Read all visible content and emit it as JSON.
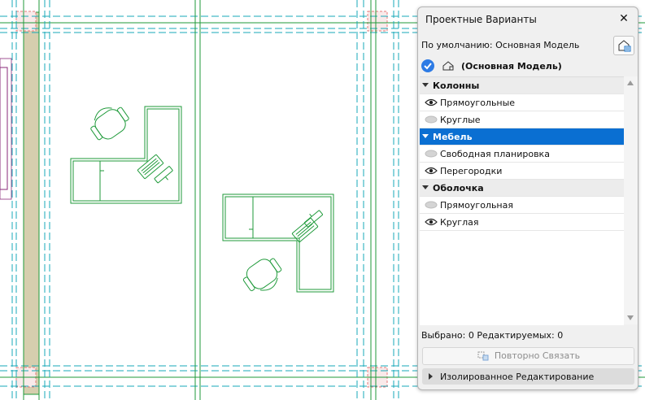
{
  "panel": {
    "title": "Проектные Варианты",
    "default_label": "По умолчанию: Основная Модель",
    "main_model": "(Основная Модель)",
    "status": "Выбрано: 0 Редактируемых: 0",
    "relink_label": "Повторно Связать",
    "isolated_label": "Изолированное Редактирование"
  },
  "groups": [
    {
      "label": "Колонны",
      "selected": false,
      "items": [
        {
          "label": "Прямоугольные",
          "visible": true
        },
        {
          "label": "Круглые",
          "visible": false
        }
      ]
    },
    {
      "label": "Мебель",
      "selected": true,
      "items": [
        {
          "label": "Свободная планировка",
          "visible": false
        },
        {
          "label": "Перегородки",
          "visible": true
        }
      ]
    },
    {
      "label": "Оболочка",
      "selected": false,
      "items": [
        {
          "label": "Прямоугольная",
          "visible": false
        },
        {
          "label": "Круглая",
          "visible": true
        }
      ]
    }
  ],
  "colors": {
    "accent": "#0a6fd2",
    "check": "#2d7be5",
    "grid_line": "#17a8b8",
    "drawing_green": "#1f9a3a",
    "wall_fill": "#d6ceae",
    "column_pink": "#e77a7a",
    "frame_purple": "#8a2a7a"
  },
  "icons": {
    "close": "close-icon",
    "eye": "eye-icon",
    "hidden": "hidden-eye-icon",
    "check": "check-icon",
    "house": "house-icon",
    "relink": "relink-icon",
    "expand": "triangle-right-icon",
    "collapse": "triangle-down-icon"
  }
}
